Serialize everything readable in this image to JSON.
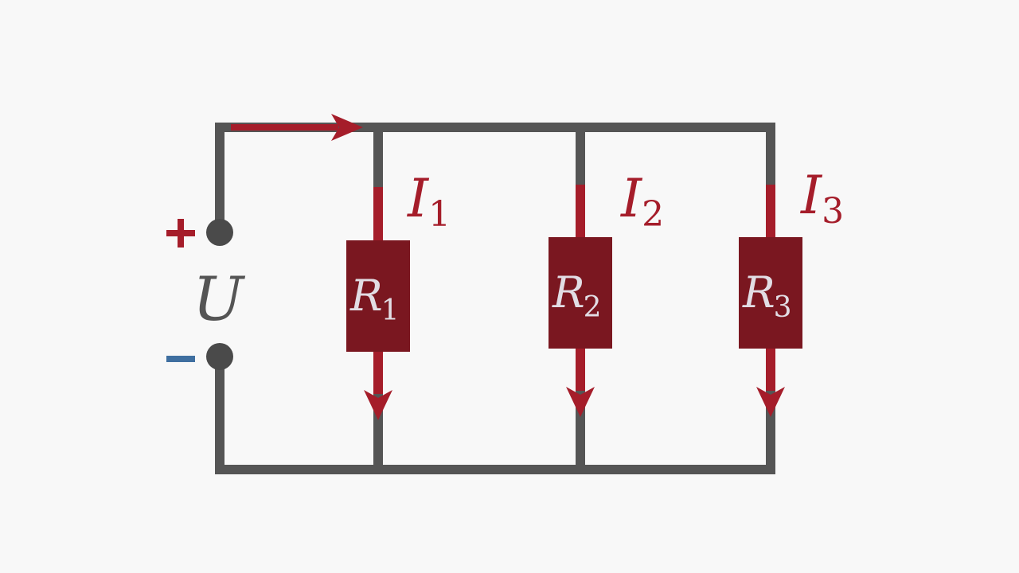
{
  "diagram": {
    "source": {
      "symbol": "U",
      "plus_sign": "+",
      "minus_sign": "−"
    },
    "branches": [
      {
        "resistor_symbol": "R",
        "resistor_index": "1",
        "current_symbol": "I",
        "current_index": "1"
      },
      {
        "resistor_symbol": "R",
        "resistor_index": "2",
        "current_symbol": "I",
        "current_index": "2"
      },
      {
        "resistor_symbol": "R",
        "resistor_index": "3",
        "current_symbol": "I",
        "current_index": "3"
      }
    ],
    "colors": {
      "background": "#f8f8f8",
      "wire": "#555555",
      "terminal": "#4a4a4a",
      "current": "#a51d2a",
      "resistor": "#7a1720",
      "resistor_label": "#e2dde4",
      "plus": "#a51d2a",
      "minus": "#3f6fa0",
      "voltage_label": "#555555"
    }
  }
}
